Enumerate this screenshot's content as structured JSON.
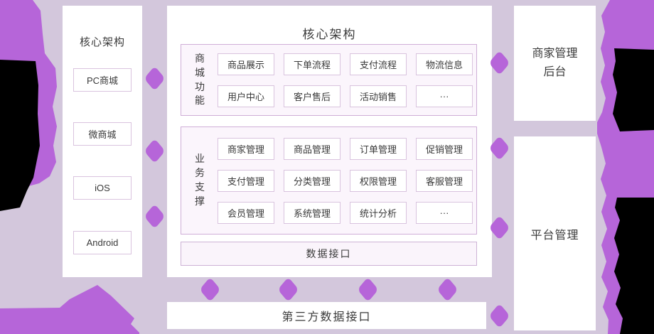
{
  "colors": {
    "background": "#d3c7dc",
    "accent_purple": "#b665d9",
    "panel_white": "#ffffff",
    "group_fill": "#fbf5fc",
    "group_border": "#cfaed7",
    "box_border": "#d9c3de",
    "text": "#3a3a3a",
    "black_shape": "#000000"
  },
  "left_panel": {
    "title": "核心架构",
    "items": [
      "PC商城",
      "微商城",
      "iOS",
      "Android"
    ]
  },
  "center_panel": {
    "title": "核心架构",
    "groups": [
      {
        "label": "商城功能",
        "items": [
          "商品展示",
          "下单流程",
          "支付流程",
          "物流信息",
          "用户中心",
          "客户售后",
          "活动销售",
          "···"
        ]
      },
      {
        "label": "业务支撑",
        "items": [
          "商家管理",
          "商品管理",
          "订单管理",
          "促销管理",
          "支付管理",
          "分类管理",
          "权限管理",
          "客服管理",
          "会员管理",
          "系统管理",
          "统计分析",
          "···"
        ]
      }
    ],
    "footer": "数据接口"
  },
  "right_panels": [
    {
      "title": "商家管理后台"
    },
    {
      "title": "平台管理"
    }
  ],
  "bottom_bar": {
    "title": "第三方数据接口"
  }
}
